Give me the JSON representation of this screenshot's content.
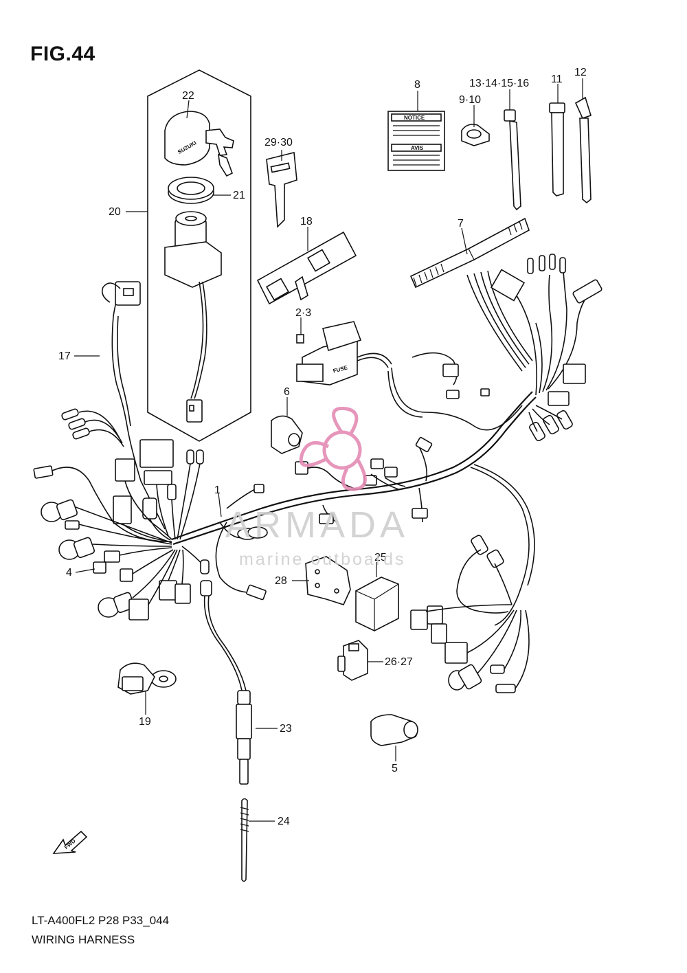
{
  "figure": {
    "title": "FIG.44",
    "code": "LT-A400FL2 P28 P33_044",
    "subtitle": "WIRING HARNESS"
  },
  "callouts": {
    "c1": "1",
    "c23": "2·3",
    "c4": "4",
    "c5": "5",
    "c6": "6",
    "c7": "7",
    "c8": "8",
    "c910": "9·10",
    "c11": "11",
    "c12": "12",
    "c13": "13·14·15·16",
    "c17": "17",
    "c18": "18",
    "c19": "19",
    "c20": "20",
    "c21": "21",
    "c22": "22",
    "c23b": "23",
    "c24": "24",
    "c25": "25",
    "c2627": "26·27",
    "c28": "28",
    "c2930": "29·30"
  },
  "part_labels": {
    "notice": "NOTICE",
    "avis": "AVIS",
    "fuse": "FUSE",
    "suzuki": "SUZUKI",
    "fwd": "FWD"
  },
  "watermark": {
    "brand": "ARMADA",
    "tagline": "marine outboards",
    "color": "#e58bb4"
  }
}
